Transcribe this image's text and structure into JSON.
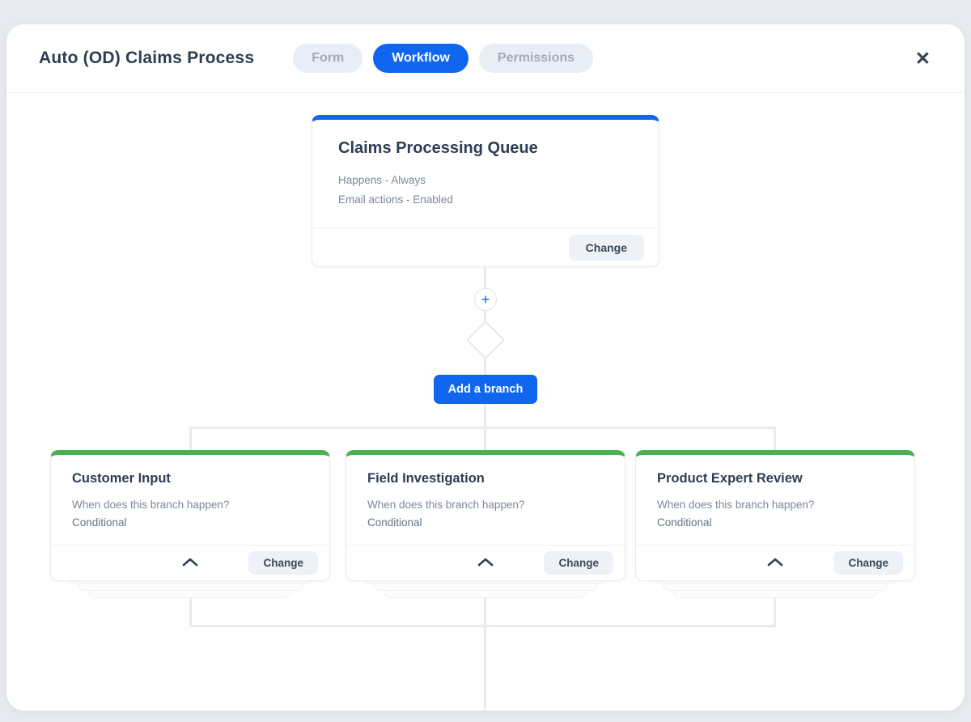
{
  "header": {
    "title": "Auto (OD) Claims Process",
    "tabs": [
      {
        "label": "Form",
        "active": false
      },
      {
        "label": "Workflow",
        "active": true
      },
      {
        "label": "Permissions",
        "active": false
      }
    ]
  },
  "icons": {
    "close": "✕",
    "plus": "+"
  },
  "trigger_card": {
    "title": "Claims Processing Queue",
    "details": [
      "Happens - Always",
      "Email actions - Enabled"
    ],
    "change_label": "Change"
  },
  "connector": {
    "add_branch_label": "Add a branch"
  },
  "branches": [
    {
      "title": "Customer Input",
      "question": "When does this branch happen?",
      "value": "Conditional",
      "change_label": "Change"
    },
    {
      "title": "Field Investigation",
      "question": "When does this branch happen?",
      "value": "Conditional",
      "change_label": "Change"
    },
    {
      "title": "Product Expert Review",
      "question": "When does this branch happen?",
      "value": "Conditional",
      "change_label": "Change"
    }
  ],
  "colors": {
    "accent_blue": "#1166f0",
    "branch_green": "#4caf50",
    "title_text": "#2e3d54",
    "muted_text": "#7d8899",
    "canvas_line": "#e8ebef"
  }
}
